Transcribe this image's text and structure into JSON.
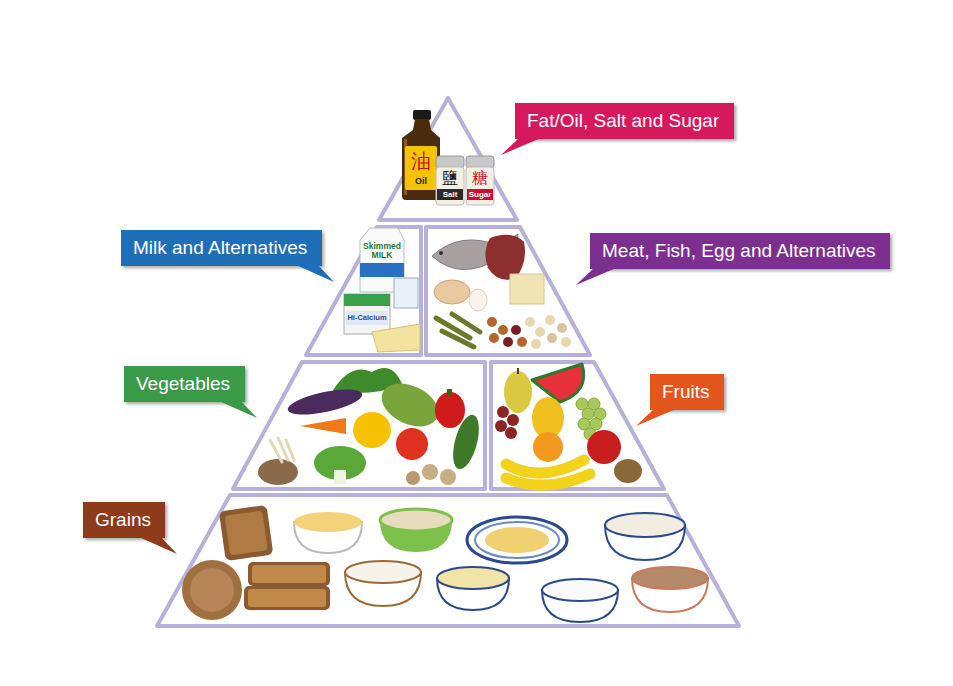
{
  "diagram": {
    "nodes": [
      {
        "text": [
          "Fat/Oil, Salt and Sugar"
        ]
      },
      {
        "text": [
          "Milk and Alternatives"
        ]
      },
      {
        "text": [
          "Meat, Fish, Egg and Alternatives"
        ]
      },
      {
        "text": [
          "Vegetables"
        ]
      },
      {
        "text": [
          "Fruits"
        ]
      },
      {
        "text": [
          "Grains"
        ]
      }
    ],
    "labels": [
      "油",
      "Oil",
      "鹽",
      "Salt",
      "糖",
      "Sugar",
      "Skimmed MILK",
      "Hi-Calcium"
    ]
  }
}
